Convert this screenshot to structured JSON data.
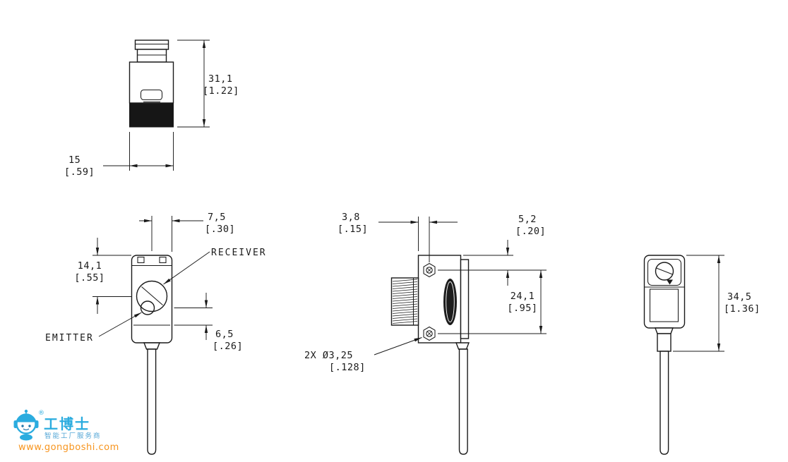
{
  "top_view": {
    "height_mm": "31,1",
    "height_in": "[1.22]",
    "width_mm": "15",
    "width_in": "[.59]"
  },
  "front_view": {
    "offset_mm": "7,5",
    "offset_in": "[.30]",
    "receiver_mm": "14,1",
    "receiver_in": "[.55]",
    "emitter_mm": "6,5",
    "emitter_in": "[.26]",
    "receiver_label": "RECEIVER",
    "emitter_label": "EMITTER"
  },
  "side_view": {
    "lens_offset_mm": "3,8",
    "lens_offset_in": "[.15]",
    "hole_top_mm": "5,2",
    "hole_top_in": "[.20]",
    "hole_span_mm": "24,1",
    "hole_span_in": "[.95]",
    "holes_mm": "2X Ø3,25",
    "holes_in": "[.128]"
  },
  "back_view": {
    "height_mm": "34,5",
    "height_in": "[1.36]"
  },
  "logo": {
    "brand": "工博士",
    "registered": "®",
    "tagline": "智能工厂服务商",
    "url": "www.gongboshi.com",
    "brand_color": "#2bacdf",
    "url_color": "#f7941d",
    "line_color": "#1a1a1a"
  }
}
